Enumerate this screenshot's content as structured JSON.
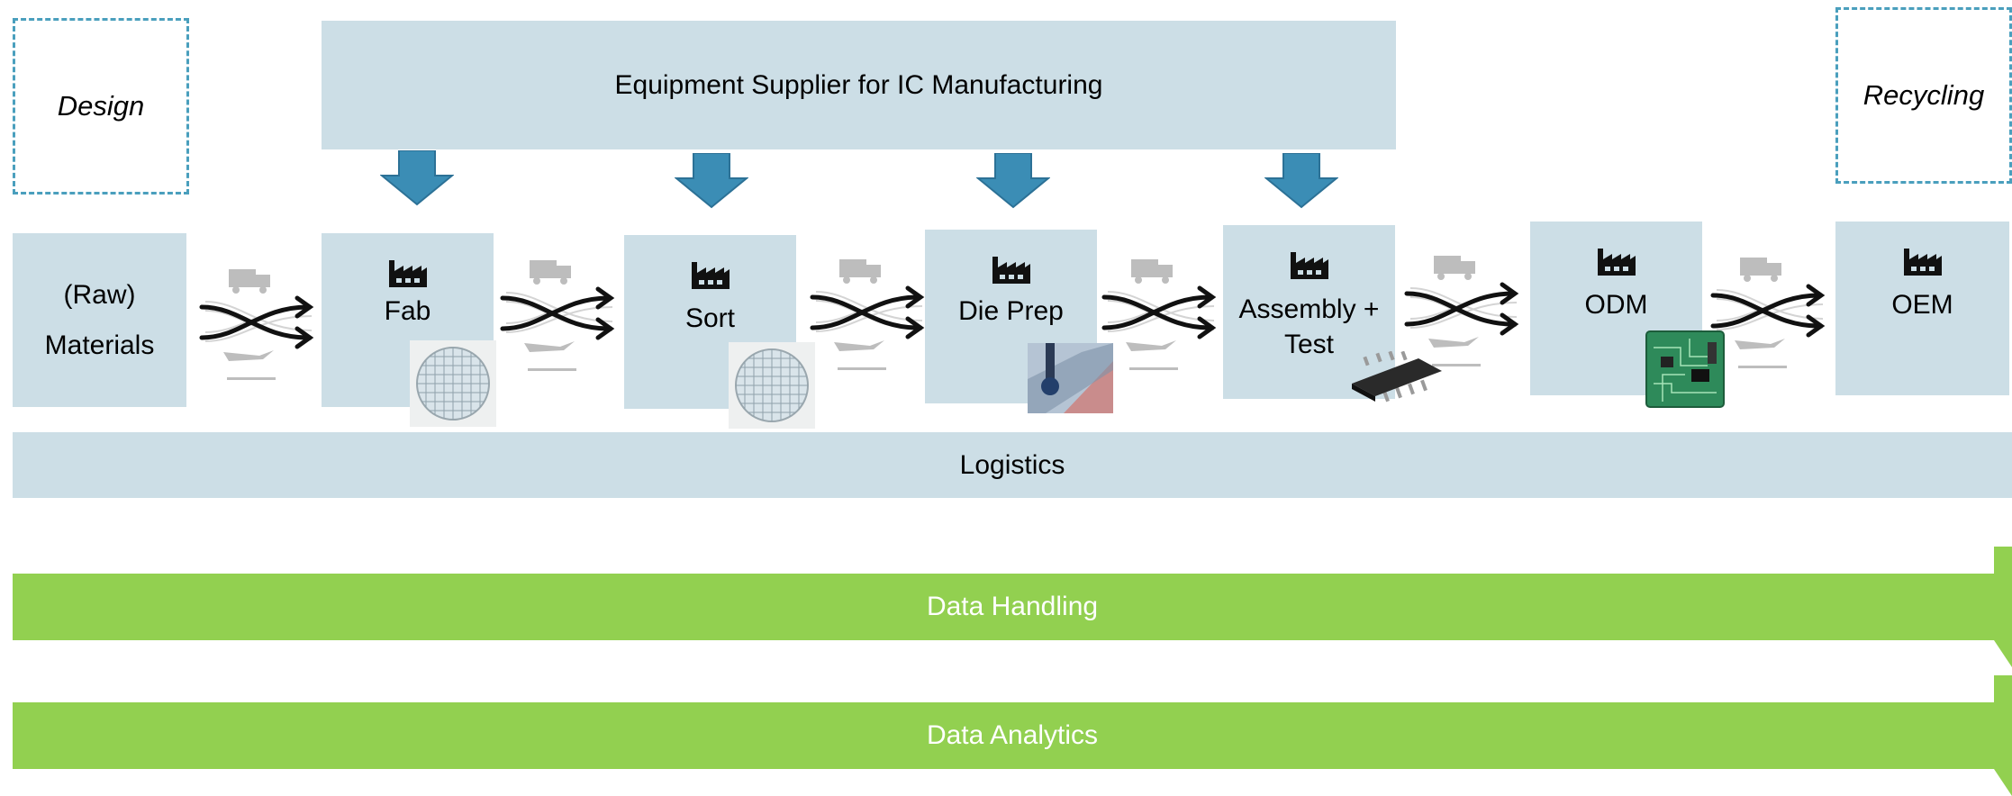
{
  "supplier": {
    "label": "Equipment Supplier for IC Manufacturing"
  },
  "side_boxes": {
    "design": "Design",
    "recycling": "Recycling"
  },
  "materials": {
    "line1": "(Raw)",
    "line2": "Materials"
  },
  "stages": [
    {
      "label": "Fab",
      "icon": "factory-icon"
    },
    {
      "label": "Sort",
      "icon": "factory-icon"
    },
    {
      "label": "Die Prep",
      "icon": "factory-icon"
    },
    {
      "label": "Assembly +\nTest",
      "icon": "factory-icon"
    },
    {
      "label": "ODM",
      "icon": "factory-icon"
    },
    {
      "label": "OEM",
      "icon": "factory-icon"
    }
  ],
  "logistics": {
    "label": "Logistics"
  },
  "bars": {
    "data_handling": "Data Handling",
    "data_analytics": "Data Analytics"
  },
  "colors": {
    "box": "#ccdee6",
    "arrow": "#3b8db5",
    "dashed": "#4a9fbd",
    "bar": "#92d050"
  }
}
